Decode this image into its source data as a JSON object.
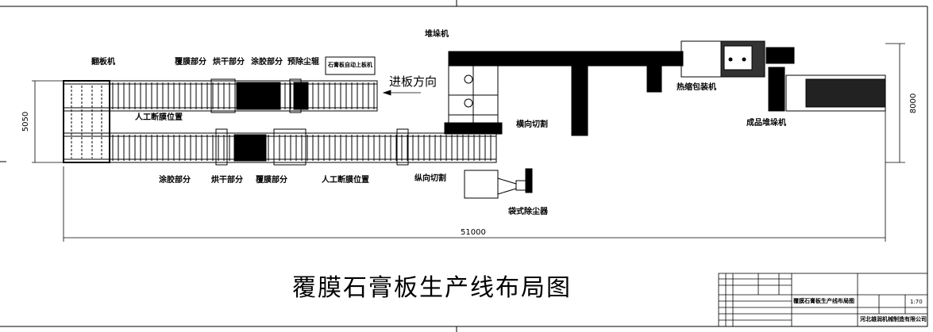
{
  "labels": {
    "turnover": "翻板机",
    "film_top": "覆膜部分",
    "dry_top": "烘干部分",
    "glue_top": "涂胶部分",
    "predust": "预除尘辊",
    "loader": "石膏板自动上板机",
    "direction": "进板方向",
    "manual_cut_top": "人工断膜位置",
    "glue_bot": "涂胶部分",
    "dry_bot": "烘干部分",
    "film_bot": "覆膜部分",
    "manual_cut_bot": "人工断膜位置",
    "long_cut": "纵向切割",
    "cross_cut": "横向切割",
    "stacker": "堆垛机",
    "shrink": "热缩包装机",
    "final_stacker": "成品堆垛机",
    "dust": "袋式除尘器"
  },
  "dimensions": {
    "width": "51000",
    "height_left": "5050",
    "height_right": "8000"
  },
  "title": "覆膜石膏板生产线布局图",
  "title_block": {
    "drawing_name": "覆膜石膏板生产线布局图",
    "scale": "1:70",
    "company": "河北雄润机械制造有限公司"
  }
}
